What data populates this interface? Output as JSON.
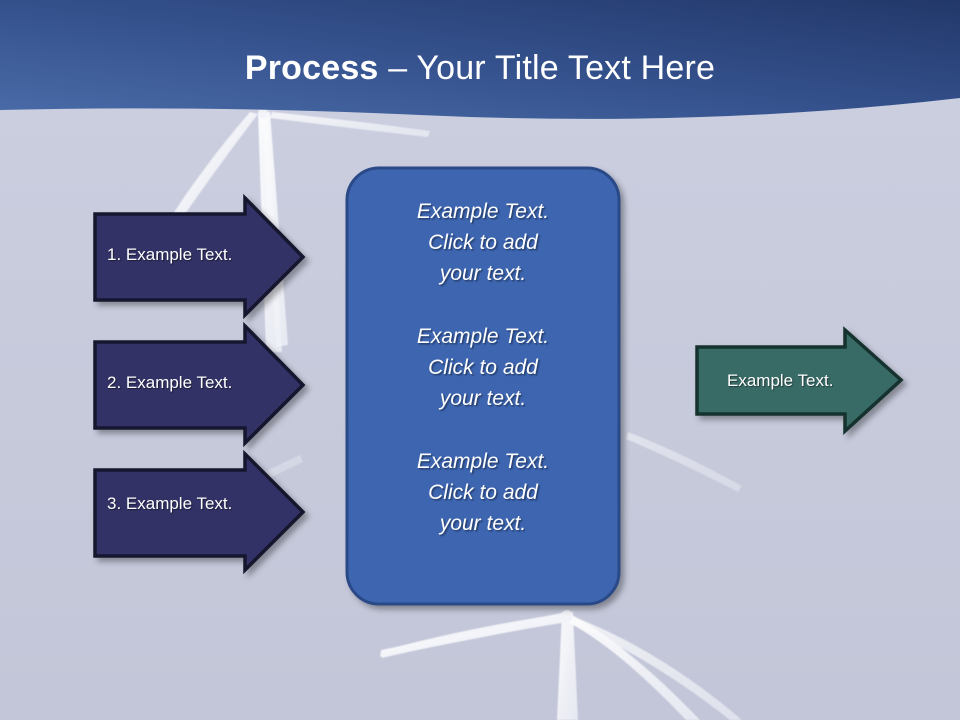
{
  "slide": {
    "title": {
      "bold_part": "Process",
      "rest_part": " – Your Title Text Here",
      "full": "Process – Your Title Text Here"
    },
    "background": {
      "base_color": "#c7cbdc",
      "header_gradient_from": "#4a6ca8",
      "header_gradient_to": "#24396b",
      "graphic": "wind-turbine-blades"
    }
  },
  "left_arrows": [
    {
      "label": "1. Example Text.",
      "fill": "#333366",
      "stroke": "#12122e"
    },
    {
      "label": "2. Example Text.",
      "fill": "#333366",
      "stroke": "#12122e"
    },
    {
      "label": "3. Example Text.",
      "fill": "#333366",
      "stroke": "#12122e"
    }
  ],
  "center_box": {
    "fill": "#3d65b0",
    "stroke": "#2b4a87",
    "paragraphs": [
      "Example Text.\nClick  to add\nyour text.",
      "Example Text.\nClick  to add\nyour text.",
      "Example Text.\nClick  to add\nyour text."
    ]
  },
  "right_arrow": {
    "label": "Example Text.",
    "fill": "#376a66",
    "stroke": "#12302f"
  }
}
